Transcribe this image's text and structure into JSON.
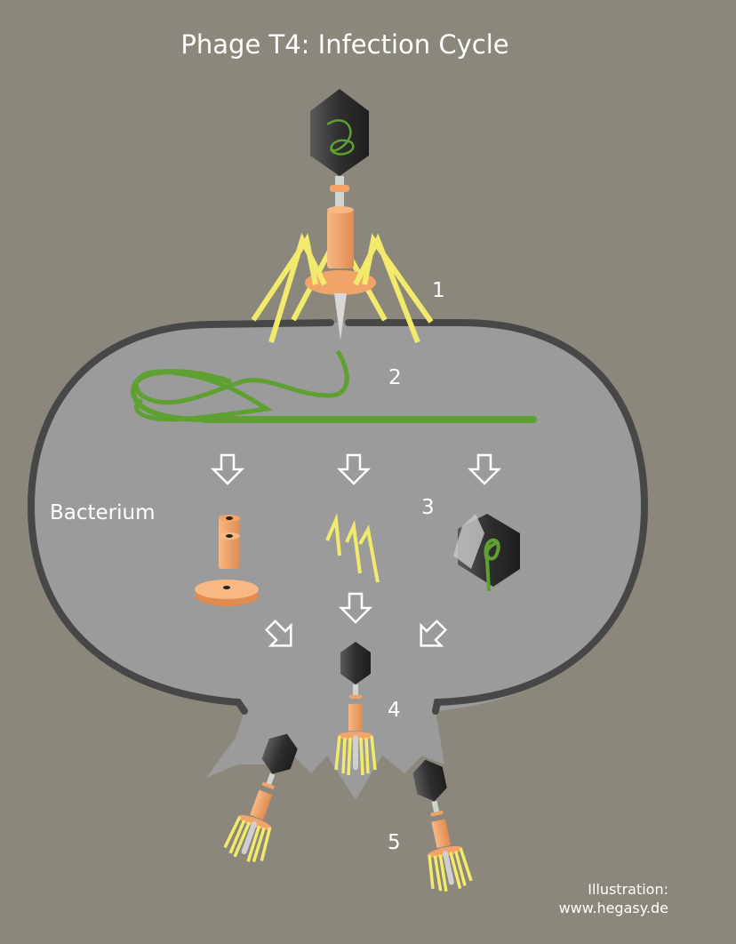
{
  "title": "Phage T4: Infection Cycle",
  "labels": {
    "bacterium": "Bacterium",
    "step1": "1",
    "step2": "2",
    "step3": "3",
    "step4": "4",
    "step5": "5"
  },
  "credit": {
    "line1": "Illustration:",
    "line2": "www.hegasy.de"
  },
  "colors": {
    "background": "#8b877c",
    "bacterium_fill": "#9b9b9b",
    "membrane": "#474747",
    "dna": "#5fa032",
    "tail_fibers": "#f2ea6a",
    "tail_sheath": "#f0a46a",
    "capsid": "#3a3a3a"
  }
}
